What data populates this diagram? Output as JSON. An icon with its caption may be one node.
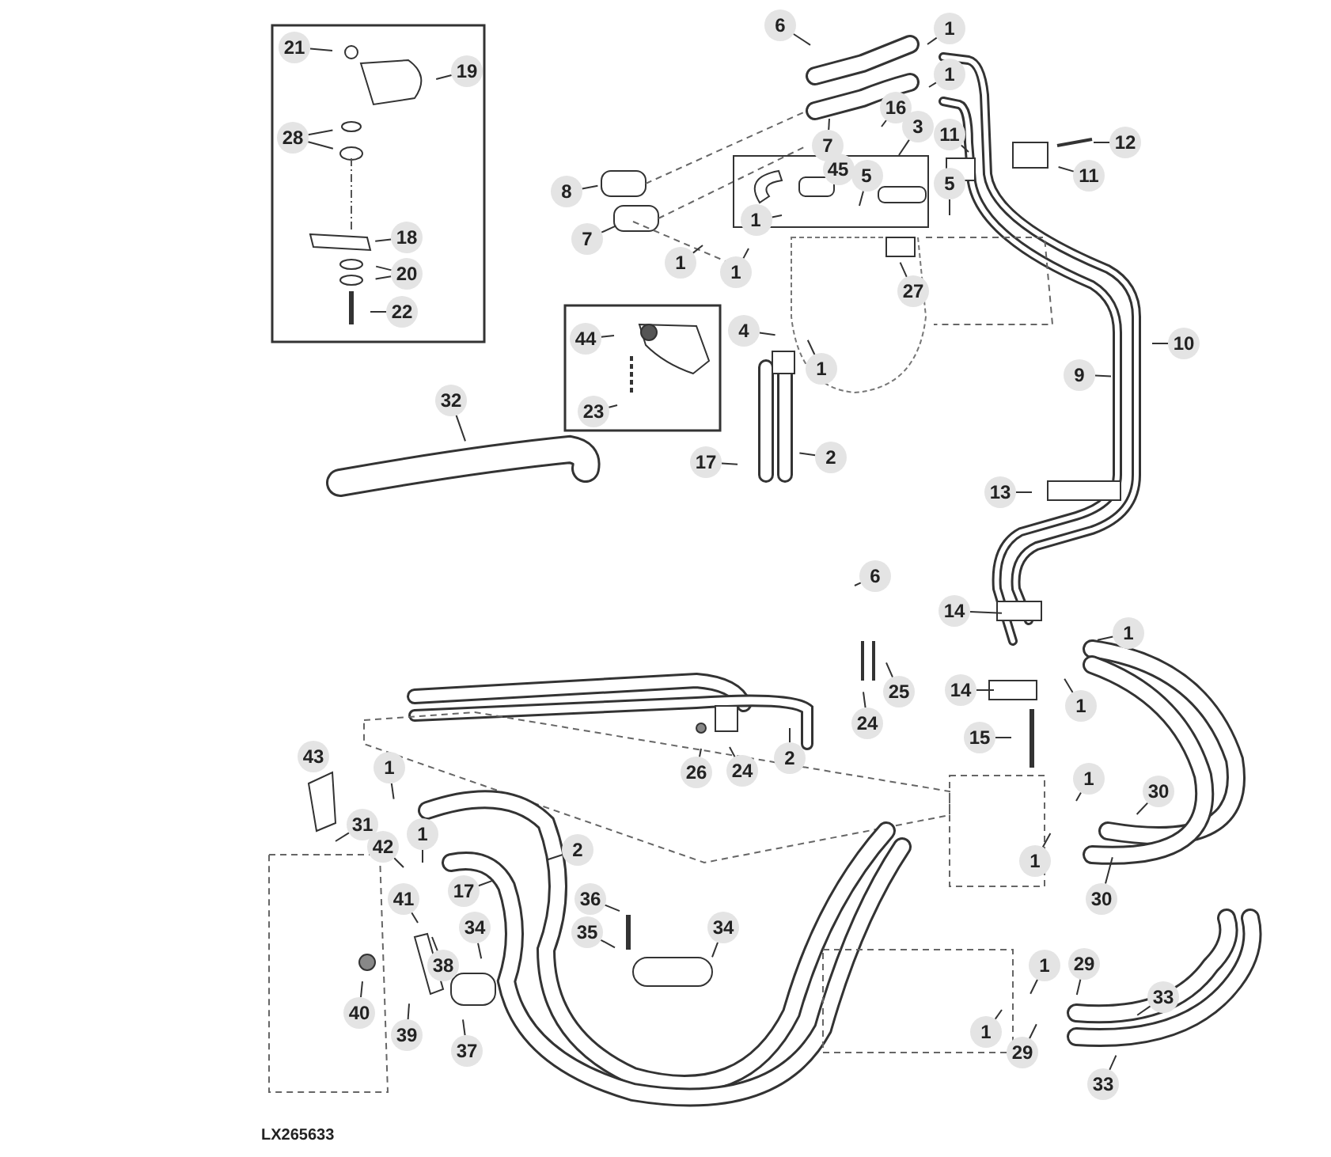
{
  "diagram": {
    "nodes": [
      {
        "text": [
          "21"
        ]
      },
      {
        "text": [
          "19"
        ]
      },
      {
        "text": [
          "28"
        ]
      },
      {
        "text": [
          "18"
        ]
      },
      {
        "text": [
          "20"
        ]
      },
      {
        "text": [
          "22"
        ]
      },
      {
        "text": [
          "44"
        ]
      },
      {
        "text": [
          "23"
        ]
      },
      {
        "text": [
          "6"
        ]
      },
      {
        "text": [
          "1"
        ]
      },
      {
        "text": [
          "1"
        ]
      },
      {
        "text": [
          "16"
        ]
      },
      {
        "text": [
          "7"
        ]
      },
      {
        "text": [
          "3"
        ]
      },
      {
        "text": [
          "11"
        ]
      },
      {
        "text": [
          "12"
        ]
      },
      {
        "text": [
          "11"
        ]
      },
      {
        "text": [
          "8"
        ]
      },
      {
        "text": [
          "7"
        ]
      },
      {
        "text": [
          "45"
        ],
        "in": 71
      },
      {
        "text": [
          "5"
        ],
        "in": 71
      },
      {
        "text": [
          "5"
        ]
      },
      {
        "text": [
          "1"
        ],
        "in": 71
      },
      {
        "text": [
          "1"
        ]
      },
      {
        "text": [
          "1"
        ]
      },
      {
        "text": [
          "27"
        ]
      },
      {
        "text": [
          "4"
        ]
      },
      {
        "text": [
          "1"
        ]
      },
      {
        "text": [
          "10"
        ]
      },
      {
        "text": [
          "9"
        ]
      },
      {
        "text": [
          "32"
        ]
      },
      {
        "text": [
          "17"
        ]
      },
      {
        "text": [
          "2"
        ]
      },
      {
        "text": [
          "13"
        ]
      },
      {
        "text": [
          "6"
        ]
      },
      {
        "text": [
          "14"
        ]
      },
      {
        "text": [
          "1"
        ]
      },
      {
        "text": [
          "14"
        ]
      },
      {
        "text": [
          "1"
        ]
      },
      {
        "text": [
          "25"
        ]
      },
      {
        "text": [
          "15"
        ]
      },
      {
        "text": [
          "24"
        ]
      },
      {
        "text": [
          "26"
        ]
      },
      {
        "text": [
          "24"
        ]
      },
      {
        "text": [
          "2"
        ]
      },
      {
        "text": [
          "43"
        ]
      },
      {
        "text": [
          "1"
        ]
      },
      {
        "text": [
          "31"
        ]
      },
      {
        "text": [
          "1"
        ]
      },
      {
        "text": [
          "30"
        ]
      },
      {
        "text": [
          "42"
        ]
      },
      {
        "text": [
          "1"
        ]
      },
      {
        "text": [
          "1"
        ]
      },
      {
        "text": [
          "30"
        ]
      },
      {
        "text": [
          "2"
        ]
      },
      {
        "text": [
          "17"
        ]
      },
      {
        "text": [
          "36"
        ]
      },
      {
        "text": [
          "41"
        ]
      },
      {
        "text": [
          "34"
        ]
      },
      {
        "text": [
          "38"
        ]
      },
      {
        "text": [
          "35"
        ]
      },
      {
        "text": [
          "34"
        ]
      },
      {
        "text": [
          "1"
        ]
      },
      {
        "text": [
          "29"
        ]
      },
      {
        "text": [
          "40"
        ]
      },
      {
        "text": [
          "39"
        ]
      },
      {
        "text": [
          "37"
        ]
      },
      {
        "text": [
          "33"
        ]
      },
      {
        "text": [
          "1"
        ]
      },
      {
        "text": [
          "29"
        ]
      },
      {
        "text": [
          "33"
        ]
      },
      {
        "text": [],
        "shape": "box"
      }
    ],
    "edges": [
      {
        "from": 0,
        "to": null,
        "arrow": "none"
      },
      {
        "from": 1,
        "to": null,
        "arrow": "none"
      },
      {
        "from": 2,
        "to": null,
        "arrow": "none"
      },
      {
        "from": 2,
        "to": null,
        "arrow": "none"
      },
      {
        "from": 3,
        "to": null,
        "arrow": "none"
      },
      {
        "from": 4,
        "to": null,
        "arrow": "none"
      },
      {
        "from": 4,
        "to": null,
        "arrow": "none"
      },
      {
        "from": 5,
        "to": null,
        "arrow": "none"
      },
      {
        "from": 6,
        "to": null,
        "arrow": "none"
      },
      {
        "from": 7,
        "to": null,
        "arrow": "none"
      },
      {
        "from": 8,
        "to": null,
        "arrow": "none"
      },
      {
        "from": 9,
        "to": null,
        "arrow": "none"
      },
      {
        "from": 10,
        "to": null,
        "arrow": "none"
      },
      {
        "from": 11,
        "to": null,
        "arrow": "none"
      },
      {
        "from": 12,
        "to": null,
        "arrow": "none"
      },
      {
        "from": 13,
        "to": 71,
        "arrow": "none"
      },
      {
        "from": 14,
        "to": null,
        "arrow": "none"
      },
      {
        "from": 15,
        "to": null,
        "arrow": "none"
      },
      {
        "from": 16,
        "to": null,
        "arrow": "none"
      },
      {
        "from": 17,
        "to": null,
        "arrow": "none"
      },
      {
        "from": 18,
        "to": null,
        "arrow": "none"
      },
      {
        "from": 20,
        "to": null,
        "arrow": "none"
      },
      {
        "from": 21,
        "to": null,
        "arrow": "none"
      },
      {
        "from": 22,
        "to": null,
        "arrow": "none"
      },
      {
        "from": 23,
        "to": null,
        "arrow": "none"
      },
      {
        "from": 24,
        "to": null,
        "arrow": "none"
      },
      {
        "from": 25,
        "to": null,
        "arrow": "none"
      },
      {
        "from": 26,
        "to": null,
        "arrow": "none"
      },
      {
        "from": 27,
        "to": null,
        "arrow": "none"
      },
      {
        "from": 28,
        "to": null,
        "arrow": "none"
      },
      {
        "from": 29,
        "to": null,
        "arrow": "none"
      },
      {
        "from": 30,
        "to": null,
        "arrow": "none"
      },
      {
        "from": 31,
        "to": null,
        "arrow": "none"
      },
      {
        "from": 32,
        "to": null,
        "arrow": "none"
      },
      {
        "from": 33,
        "to": null,
        "arrow": "none"
      },
      {
        "from": 34,
        "to": null,
        "arrow": "none"
      },
      {
        "from": 35,
        "to": null,
        "arrow": "none"
      },
      {
        "from": 36,
        "to": null,
        "arrow": "none"
      },
      {
        "from": 37,
        "to": null,
        "arrow": "none"
      },
      {
        "from": 38,
        "to": null,
        "arrow": "none"
      },
      {
        "from": 39,
        "to": null,
        "arrow": "none"
      },
      {
        "from": 40,
        "to": null,
        "arrow": "none"
      },
      {
        "from": 41,
        "to": null,
        "arrow": "none"
      },
      {
        "from": 42,
        "to": null,
        "arrow": "none"
      },
      {
        "from": 43,
        "to": null,
        "arrow": "none"
      },
      {
        "from": 44,
        "to": null,
        "arrow": "none"
      },
      {
        "from": 46,
        "to": null,
        "arrow": "none"
      },
      {
        "from": 47,
        "to": null,
        "arrow": "none"
      },
      {
        "from": 48,
        "to": null,
        "arrow": "none"
      },
      {
        "from": 49,
        "to": null,
        "arrow": "none"
      },
      {
        "from": 50,
        "to": null,
        "arrow": "none"
      },
      {
        "from": 51,
        "to": null,
        "arrow": "none"
      },
      {
        "from": 52,
        "to": null,
        "arrow": "none"
      },
      {
        "from": 53,
        "to": null,
        "arrow": "none"
      },
      {
        "from": 54,
        "to": null,
        "arrow": "none"
      },
      {
        "from": 55,
        "to": null,
        "arrow": "none"
      },
      {
        "from": 56,
        "to": null,
        "arrow": "none"
      },
      {
        "from": 57,
        "to": null,
        "arrow": "none"
      },
      {
        "from": 58,
        "to": null,
        "arrow": "none"
      },
      {
        "from": 59,
        "to": null,
        "arrow": "none"
      },
      {
        "from": 60,
        "to": null,
        "arrow": "none"
      },
      {
        "from": 61,
        "to": null,
        "arrow": "none"
      },
      {
        "from": 62,
        "to": null,
        "arrow": "none"
      },
      {
        "from": 63,
        "to": null,
        "arrow": "none"
      },
      {
        "from": 64,
        "to": null,
        "arrow": "none"
      },
      {
        "from": 65,
        "to": null,
        "arrow": "none"
      },
      {
        "from": 66,
        "to": null,
        "arrow": "none"
      },
      {
        "from": 67,
        "to": null,
        "arrow": "none"
      },
      {
        "from": 68,
        "to": null,
        "arrow": "none"
      },
      {
        "from": 69,
        "to": null,
        "arrow": "none"
      },
      {
        "from": 70,
        "to": null,
        "arrow": "none"
      }
    ],
    "labels": [
      "LX265633"
    ]
  }
}
